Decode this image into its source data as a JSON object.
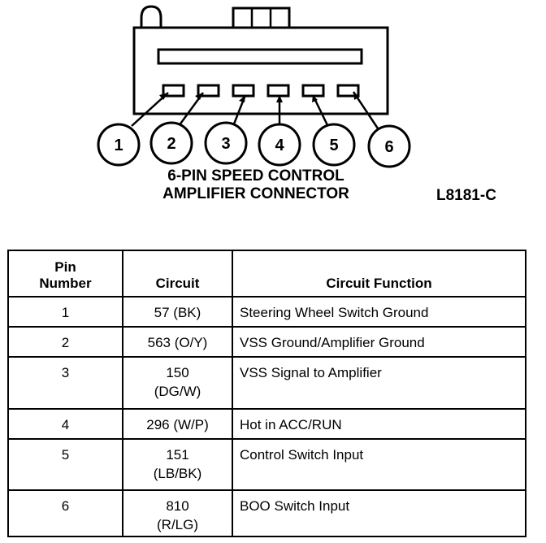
{
  "connector": {
    "pins": [
      "1",
      "2",
      "3",
      "4",
      "5",
      "6"
    ],
    "caption_line1": "6-PIN SPEED CONTROL",
    "caption_line2": "AMPLIFIER CONNECTOR",
    "figure_code": "L8181-C"
  },
  "table": {
    "headers": {
      "pin_line1": "Pin",
      "pin_line2": "Number",
      "circuit": "Circuit",
      "function": "Circuit Function"
    },
    "rows": [
      {
        "pin": "1",
        "circuit_line1": "57 (BK)",
        "circuit_line2": "",
        "function": "Steering Wheel Switch Ground"
      },
      {
        "pin": "2",
        "circuit_line1": "563 (O/Y)",
        "circuit_line2": "",
        "function": "VSS Ground/Amplifier Ground"
      },
      {
        "pin": "3",
        "circuit_line1": "150",
        "circuit_line2": "(DG/W)",
        "function": "VSS Signal to Amplifier"
      },
      {
        "pin": "4",
        "circuit_line1": "296 (W/P)",
        "circuit_line2": "",
        "function": "Hot in ACC/RUN"
      },
      {
        "pin": "5",
        "circuit_line1": "151",
        "circuit_line2": "(LB/BK)",
        "function": "Control Switch Input"
      },
      {
        "pin": "6",
        "circuit_line1": "810",
        "circuit_line2": "(R/LG)",
        "function": "BOO Switch Input"
      }
    ]
  }
}
